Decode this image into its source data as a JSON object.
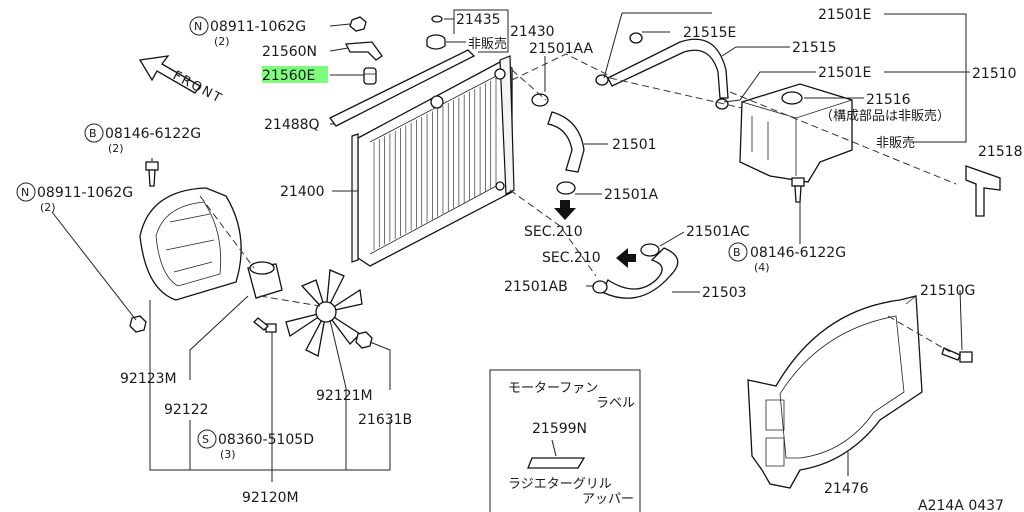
{
  "diagram_id": "A214A 0437",
  "highlighted_part": "21560E",
  "front_label": "FRONT",
  "callouts": {
    "n_08911_1062g_top": "08911-1062G",
    "qty_2_top": "(2)",
    "p21560n": "21560N",
    "p21560e": "21560E",
    "p21488q": "21488Q",
    "b_08146_6122g_left": "08146-6122G",
    "qty_2_left": "(2)",
    "n_08911_1062g_left": "08911-1062G",
    "qty_2_left_n": "(2)",
    "p21400": "21400",
    "p21435": "21435",
    "p21430": "21430",
    "not_sold_1": "非販売",
    "p21501aa": "21501AA",
    "p21515e": "21515E",
    "p21501e_top": "21501E",
    "p21515": "21515",
    "p21501e_mid": "21501E",
    "p21510": "21510",
    "p21516": "21516",
    "component_not_sold": "（構成部品は非販売）",
    "not_sold_2": "非販売",
    "p21501": "21501",
    "p21518": "21518",
    "p21501a": "21501A",
    "sec210_top": "SEC.210",
    "p21501ac": "21501AC",
    "sec210_bottom": "SEC.210",
    "b_08146_6122g_right": "08146-6122G",
    "qty_4": "(4)",
    "p21501ab": "21501AB",
    "p21503": "21503",
    "p21510g": "21510G",
    "p92123m": "92123M",
    "p92122": "92122",
    "p92121m": "92121M",
    "p21631b": "21631B",
    "s_08360_5105d": "08360-5105D",
    "qty_3": "(3)",
    "p92120m": "92120M",
    "p21476": "21476"
  },
  "circle_symbols": {
    "n_top": "N",
    "b_left": "B",
    "n_left": "N",
    "b_right": "B",
    "s_bottom": "S"
  },
  "label_box": {
    "line1": "モーターファン",
    "line2": "ラベル",
    "part": "21599N",
    "line3": "ラジエターグリル",
    "line4": "アッパー"
  },
  "colors": {
    "highlight": "#7dff7d",
    "line": "#222222",
    "background": "#ffffff"
  }
}
